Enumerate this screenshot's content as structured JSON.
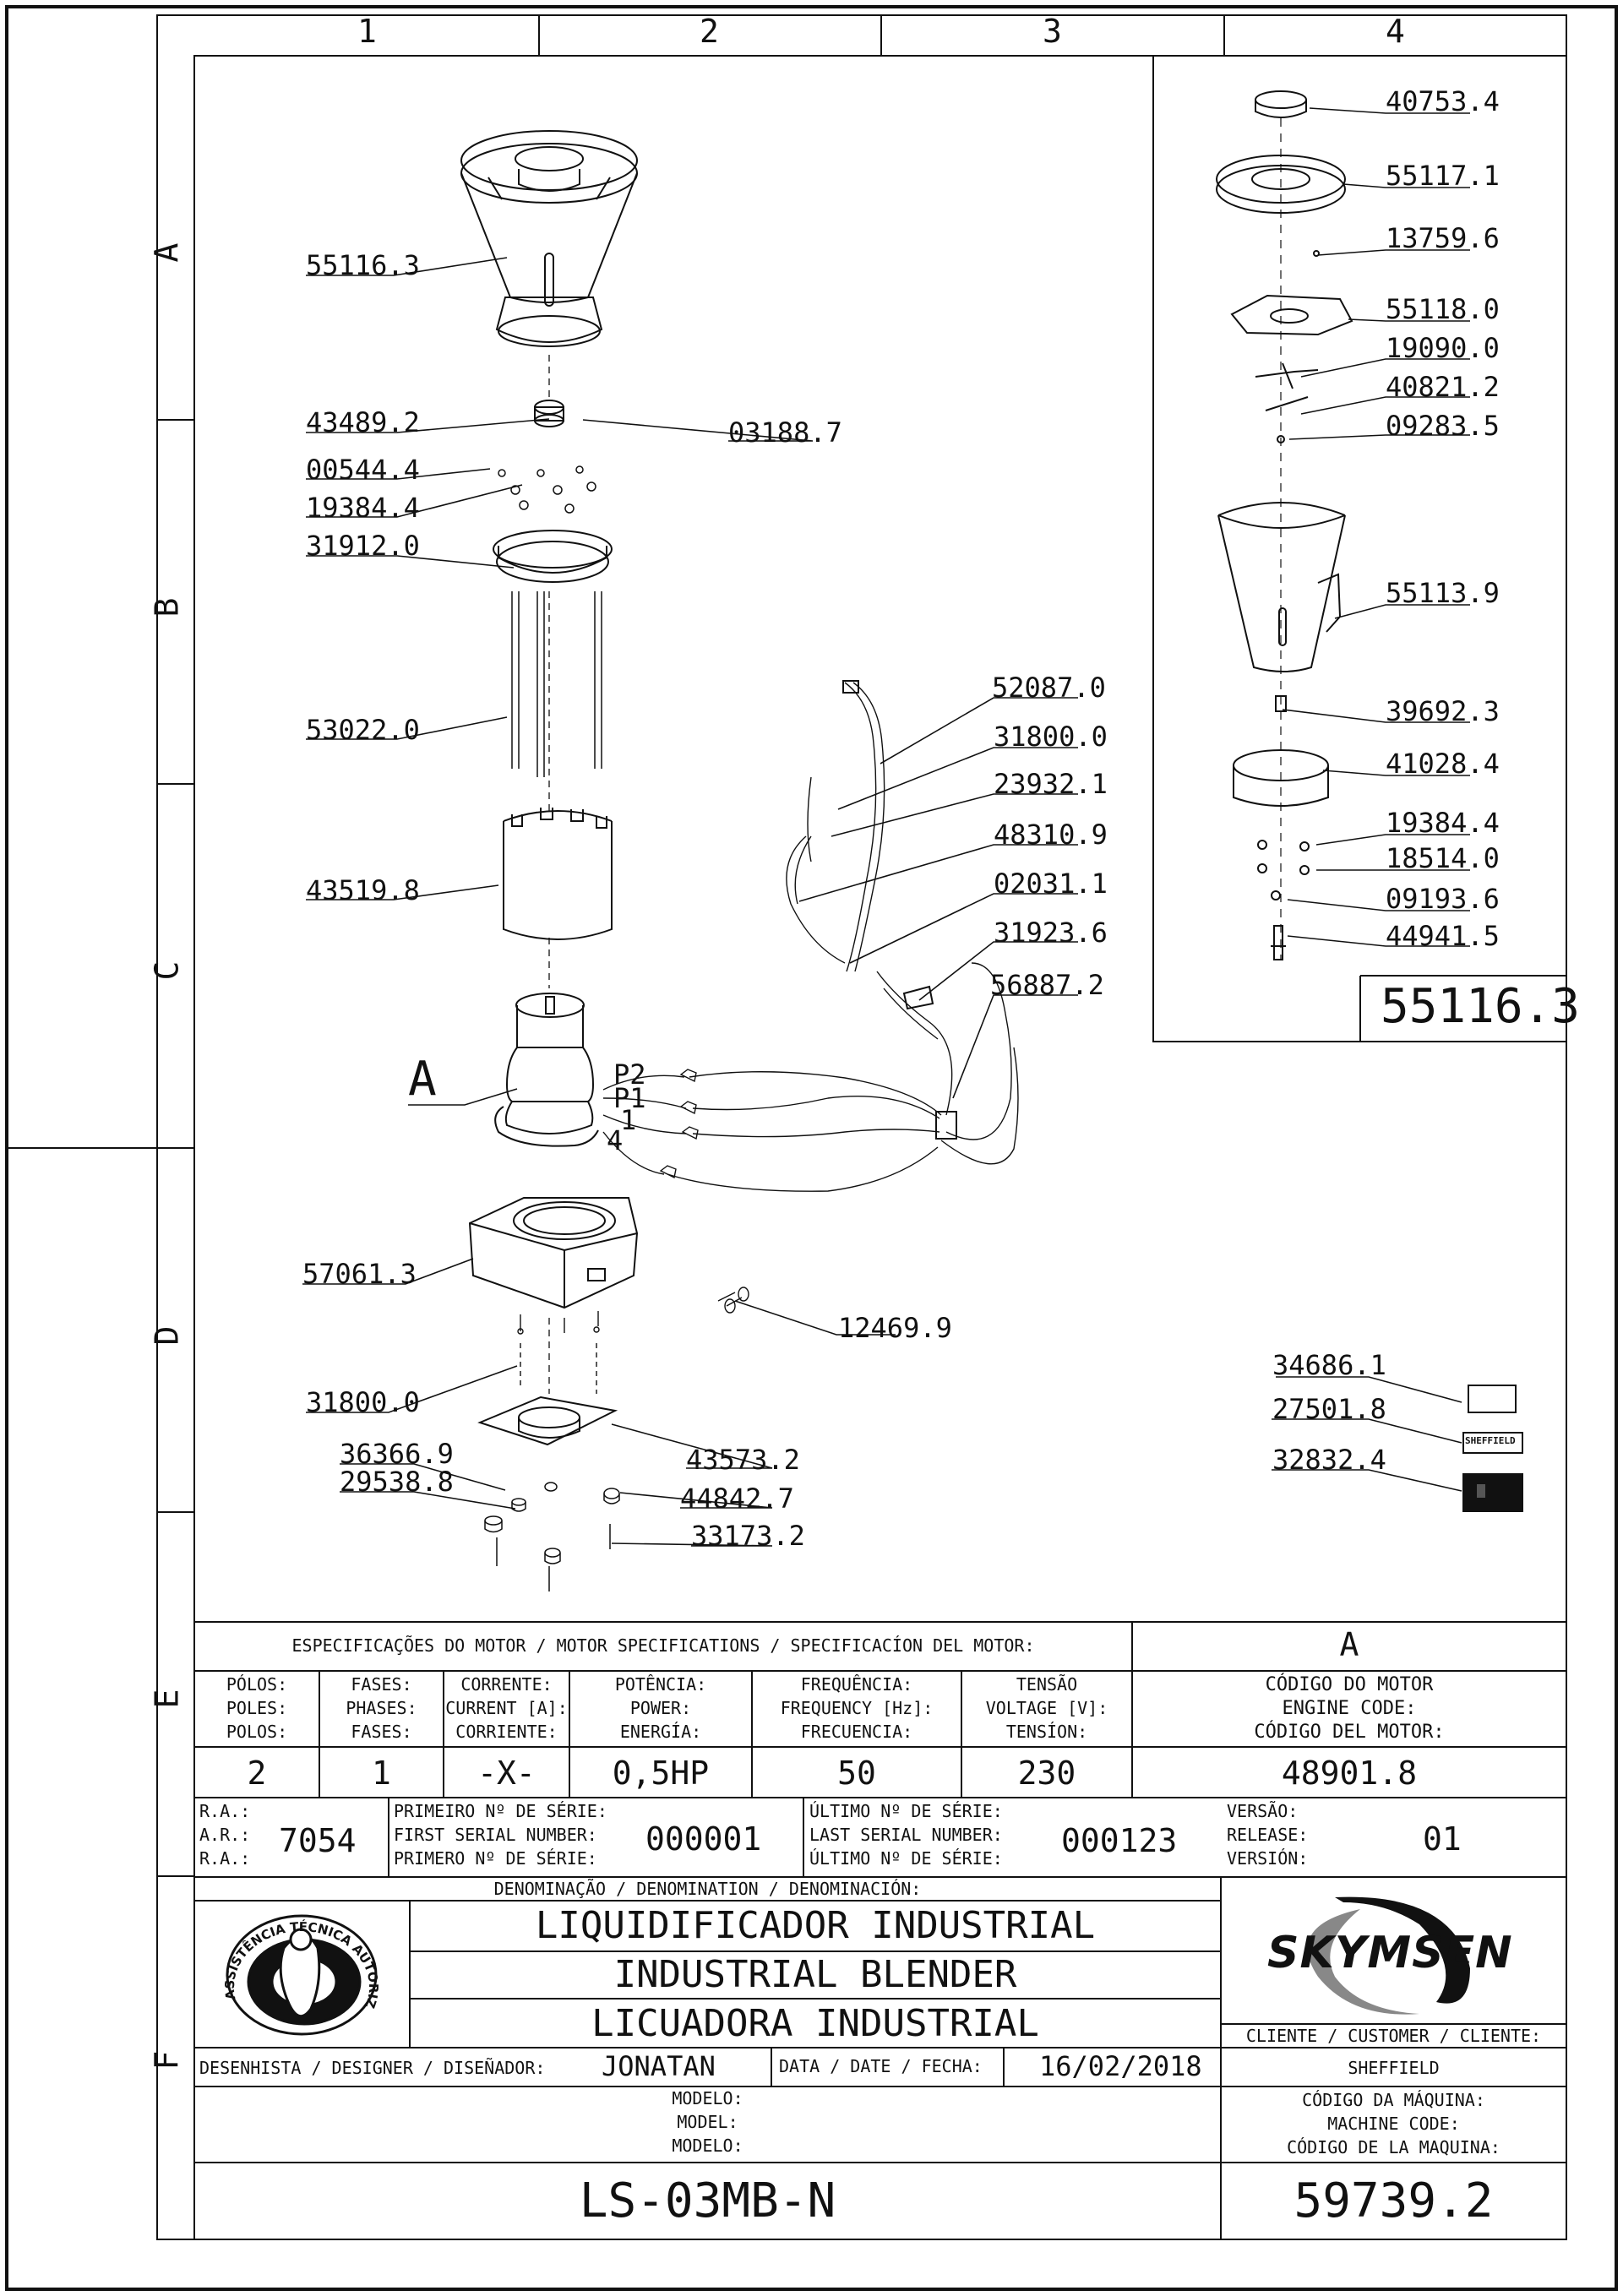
{
  "grid": {
    "columns": [
      "1",
      "2",
      "3",
      "4"
    ],
    "rows": [
      "A",
      "B",
      "C",
      "D",
      "E",
      "F"
    ]
  },
  "callouts": {
    "c55116_3": "55116.3",
    "c43489_2": "43489.2",
    "c03188_7": "03188.7",
    "c00544_4": "00544.4",
    "c19384_4": "19384.4",
    "c31912_0": "31912.0",
    "c53022_0": "53022.0",
    "c43519_8": "43519.8",
    "cA": "A",
    "cP2": "P2",
    "cP1": "P1",
    "c1": "1",
    "c4": "4",
    "c57061_3": "57061.3",
    "c31800_0b": "31800.0",
    "c36366_9": "36366.9",
    "c29538_8": "29538.8",
    "c43573_2": "43573.2",
    "c44842_7": "44842.7",
    "c33173_2": "33173.2",
    "c12469_9": "12469.9",
    "c52087_0": "52087.0",
    "c31800_0": "31800.0",
    "c23932_1": "23932.1",
    "c48310_9": "48310.9",
    "c02031_1": "02031.1",
    "c31923_6": "31923.6",
    "c56887_2": "56887.2",
    "c34686_1": "34686.1",
    "c27501_8": "27501.8",
    "c32832_4": "32832.4",
    "sheffield_small": "SHEFFIELD"
  },
  "detail": {
    "items": [
      "40753.4",
      "55117.1",
      "13759.6",
      "55118.0",
      "19090.0",
      "40821.2",
      "09283.5",
      "55113.9",
      "39692.3",
      "41028.4",
      "19384.4",
      "18514.0",
      "09193.6",
      "44941.5"
    ],
    "code": "55116.3"
  },
  "motor": {
    "heading": "ESPECIFICAÇÕES DO MOTOR / MOTOR SPECIFICATIONS / SPECIFICACÍON DEL MOTOR:",
    "label": "A",
    "columns": [
      {
        "pt": "PÓLOS:",
        "en": "POLES:",
        "es": "POLOS:",
        "value": "2"
      },
      {
        "pt": "FASES:",
        "en": "PHASES:",
        "es": "FASES:",
        "value": "1"
      },
      {
        "pt": "CORRENTE:",
        "en": "CURRENT [A]:",
        "es": "CORRIENTE:",
        "value": "-X-"
      },
      {
        "pt": "POTÊNCIA:",
        "en": "POWER:",
        "es": "ENERGÍA:",
        "value": "0,5HP"
      },
      {
        "pt": "FREQUÊNCIA:",
        "en": "FREQUENCY [Hz]:",
        "es": "FRECUENCIA:",
        "value": "50"
      },
      {
        "pt": "TENSÃO",
        "en": "VOLTAGE [V]:",
        "es": "TENSÍON:",
        "value": "230"
      }
    ],
    "code_pt": "CÓDIGO DO MOTOR",
    "code_en": "ENGINE CODE:",
    "code_es": "CÓDIGO DEL MOTOR:",
    "code": "48901.8"
  },
  "serials": {
    "ra1": "R.A.:",
    "ar": "A.R.:",
    "ra2": "R.A.:",
    "ra_value": "7054",
    "first_pt": "PRIMEIRO Nº DE SÉRIE:",
    "first_en": "FIRST SERIAL NUMBER:",
    "first_es": "PRIMERO Nº DE SÉRIE:",
    "first_value": "000001",
    "last_pt": "ÚLTIMO Nº DE SÉRIE:",
    "last_en": "LAST SERIAL NUMBER:",
    "last_es": "ÚLTIMO Nº DE SÉRIE:",
    "last_value": "000123",
    "ver_pt": "VERSÃO:",
    "ver_en": "RELEASE:",
    "ver_es": "VERSIÓN:",
    "version": "01"
  },
  "denomination": {
    "heading": "DENOMINAÇÃO / DENOMINATION / DENOMINACIÓN:",
    "pt": "LIQUIDIFICADOR INDUSTRIAL",
    "en": "INDUSTRIAL BLENDER",
    "es": "LICUADORA INDUSTRIAL"
  },
  "seal_text": "ASSISTÊNCIA TÉCNICA AUTORIZADA",
  "brand": "SKYMSEN",
  "customer": {
    "label": "CLIENTE / CUSTOMER / CLIENTE:",
    "value": "SHEFFIELD"
  },
  "designer": {
    "label": "DESENHISTA / DESIGNER / DISEÑADOR:",
    "value": "JONATAN"
  },
  "date": {
    "label": "DATA / DATE / FECHA:",
    "value": "16/02/2018"
  },
  "model": {
    "pt": "MODELO:",
    "en": "MODEL:",
    "es": "MODELO:",
    "value": "LS-03MB-N"
  },
  "machine": {
    "pt": "CÓDIGO DA MÁQUINA:",
    "en": "MACHINE CODE:",
    "es": "CÓDIGO DE LA MAQUINA:",
    "value": "59739.2"
  }
}
